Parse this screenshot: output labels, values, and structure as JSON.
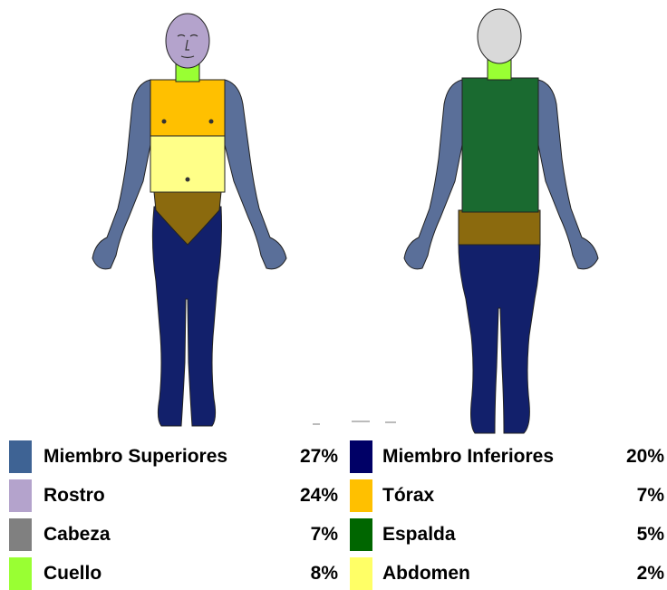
{
  "legend": {
    "left": [
      {
        "label": "Miembro Superiores",
        "percent": "27%",
        "color": "#3e6394"
      },
      {
        "label": "Rostro",
        "percent": "24%",
        "color": "#b4a3cc"
      },
      {
        "label": "Cabeza",
        "percent": "7%",
        "color": "#808080"
      },
      {
        "label": "Cuello",
        "percent": "8%",
        "color": "#99ff33"
      }
    ],
    "right": [
      {
        "label": "Miembro Inferiores",
        "percent": "20%",
        "color": "#000066"
      },
      {
        "label": "Tórax",
        "percent": "7%",
        "color": "#ffc000"
      },
      {
        "label": "Espalda",
        "percent": "5%",
        "color": "#006600"
      },
      {
        "label": "Abdomen",
        "percent": "2%",
        "color": "#ffff66"
      }
    ]
  },
  "body_colors": {
    "upper_limbs": "#5a6f99",
    "face": "#b4a3cc",
    "head_back": "#d9d9d9",
    "neck": "#99ff33",
    "lower_limbs": "#12206b",
    "thorax": "#ffc000",
    "back": "#1a6a30",
    "abdomen": "#ffff88",
    "pelvis": "#8b6a0e"
  }
}
